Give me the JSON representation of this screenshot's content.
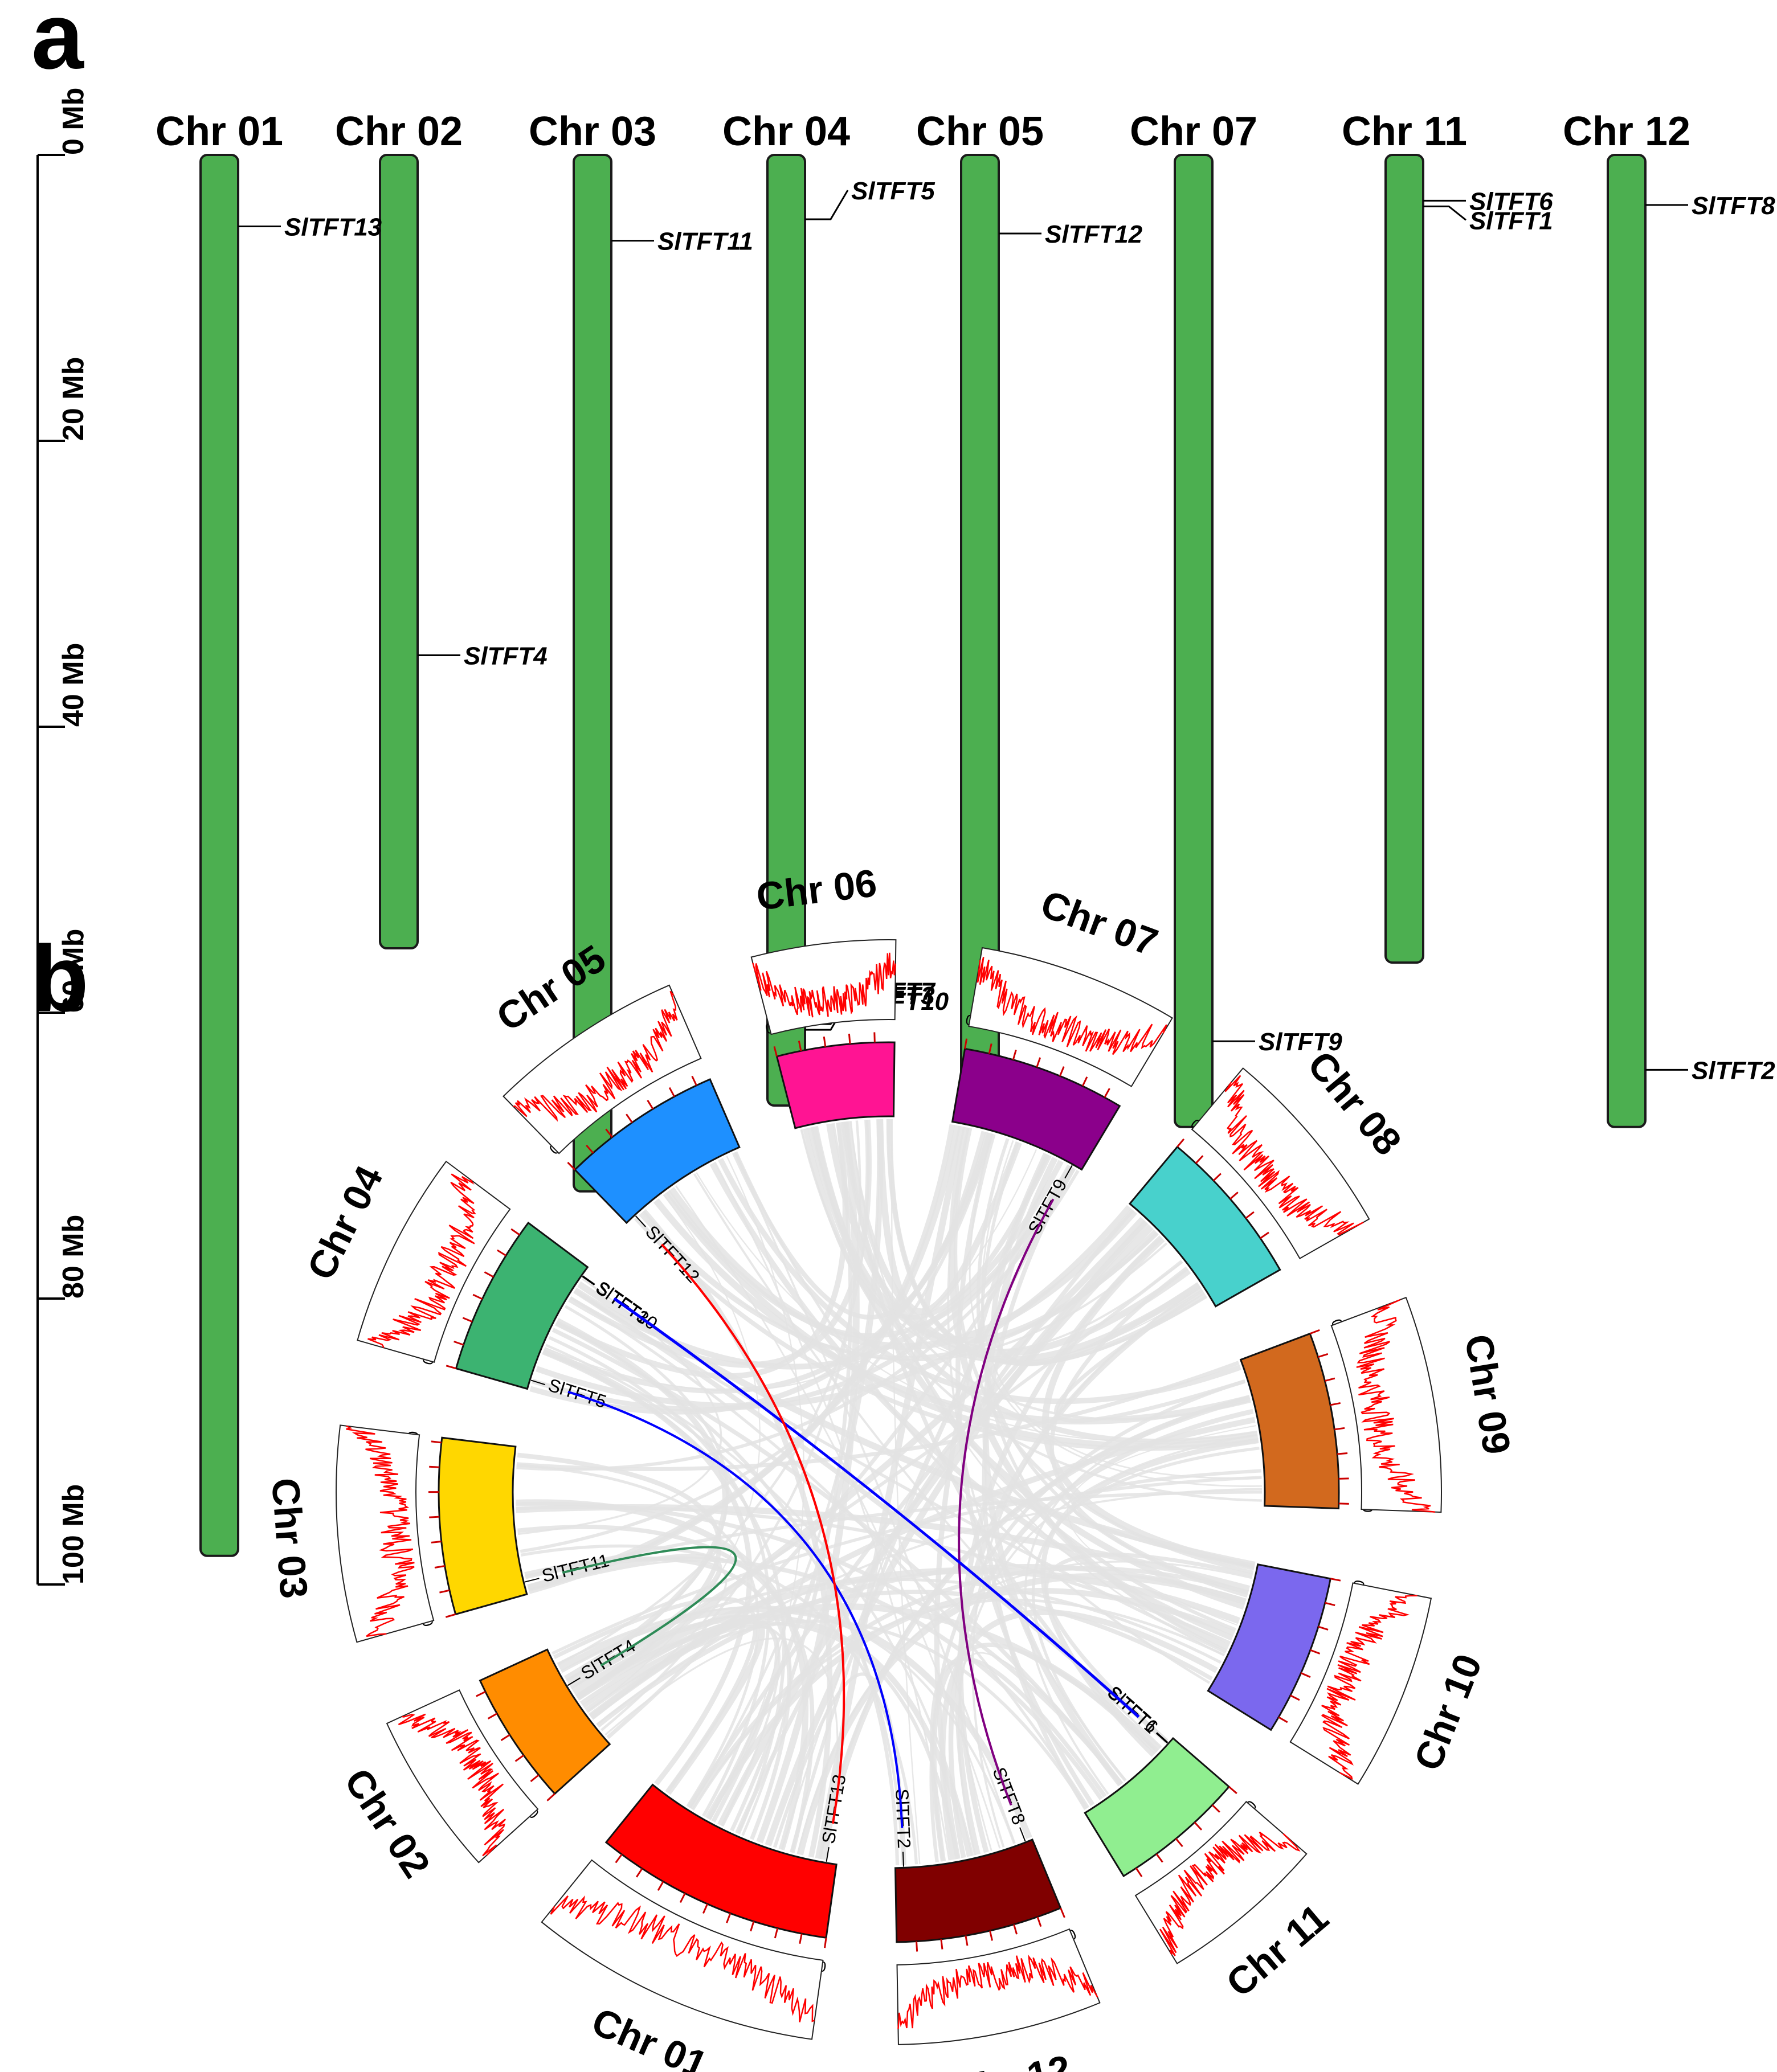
{
  "panel_a": {
    "label": "a",
    "scale_labels": [
      "0 Mb",
      "20 Mb",
      "40 Mb",
      "60 Mb",
      "80 Mb",
      "100 Mb"
    ],
    "scale_values": [
      0,
      20,
      40,
      60,
      80,
      100
    ],
    "chromosome_color": "#4caf50",
    "chromosomes": [
      {
        "name": "Chr 01",
        "length": 98
      },
      {
        "name": "Chr 02",
        "length": 55.5
      },
      {
        "name": "Chr 03",
        "length": 72.5
      },
      {
        "name": "Chr 04",
        "length": 66.5
      },
      {
        "name": "Chr 05",
        "length": 66.5
      },
      {
        "name": "Chr 07",
        "length": 68
      },
      {
        "name": "Chr 11",
        "length": 56.5
      },
      {
        "name": "Chr 12",
        "length": 68
      }
    ],
    "genes": [
      {
        "chr": "Chr 01",
        "name": "SlTFT13",
        "pos": 5
      },
      {
        "chr": "Chr 02",
        "name": "SlTFT4",
        "pos": 35
      },
      {
        "chr": "Chr 03",
        "name": "SlTFT11",
        "pos": 6
      },
      {
        "chr": "Chr 04",
        "name": "SlTFT5",
        "pos": 4.5
      },
      {
        "chr": "Chr 04",
        "name": "SlTFT7",
        "pos": 60.5
      },
      {
        "chr": "Chr 04",
        "name": "SlTFT3",
        "pos": 60.8
      },
      {
        "chr": "Chr 04",
        "name": "SlTFT10",
        "pos": 61.2
      },
      {
        "chr": "Chr 05",
        "name": "SlTFT12",
        "pos": 5.5
      },
      {
        "chr": "Chr 07",
        "name": "SlTFT9",
        "pos": 62
      },
      {
        "chr": "Chr 11",
        "name": "SlTFT6",
        "pos": 3.2
      },
      {
        "chr": "Chr 11",
        "name": "SlTFT1",
        "pos": 3.6
      },
      {
        "chr": "Chr 12",
        "name": "SlTFT8",
        "pos": 3.5
      },
      {
        "chr": "Chr 12",
        "name": "SlTFT2",
        "pos": 64
      }
    ]
  },
  "panel_b": {
    "label": "b",
    "chromosomes": [
      {
        "name": "Chr 01",
        "length": 98,
        "color": "#ff0000",
        "tick_max": 90
      },
      {
        "name": "Chr 02",
        "length": 55,
        "color": "#ff8c00",
        "tick_max": 50
      },
      {
        "name": "Chr 03",
        "length": 72,
        "color": "#ffd700",
        "tick_max": 70
      },
      {
        "name": "Chr 04",
        "length": 66,
        "color": "#3cb371",
        "tick_max": 60
      },
      {
        "name": "Chr 05",
        "length": 66,
        "color": "#1e90ff",
        "tick_max": 60
      },
      {
        "name": "Chr 06",
        "length": 48,
        "color": "#ff1493",
        "tick_max": 40
      },
      {
        "name": "Chr 07",
        "length": 67,
        "color": "#8b008b",
        "tick_max": 60
      },
      {
        "name": "Chr 08",
        "length": 65,
        "color": "#48d1cc",
        "tick_max": 50
      },
      {
        "name": "Chr 09",
        "length": 72,
        "color": "#d2691e",
        "tick_max": 70
      },
      {
        "name": "Chr 10",
        "length": 66,
        "color": "#7b68ee",
        "tick_max": 60
      },
      {
        "name": "Chr 11",
        "length": 56,
        "color": "#90ee90",
        "tick_max": 50
      },
      {
        "name": "Chr 12",
        "length": 68,
        "color": "#800000",
        "tick_max": 60
      }
    ],
    "gene_labels": [
      {
        "name": "SlTFT13",
        "chr": "Chr 01",
        "pos": 5
      },
      {
        "name": "SlTFT2",
        "chr": "Chr 12",
        "pos": 64
      },
      {
        "name": "SlTFT8",
        "chr": "Chr 12",
        "pos": 3.5
      },
      {
        "name": "SlTFT6",
        "chr": "Chr 11",
        "pos": 3.2
      },
      {
        "name": "SlTFT1",
        "chr": "Chr 11",
        "pos": 3.6
      },
      {
        "name": "SlTFT9",
        "chr": "Chr 07",
        "pos": 62
      },
      {
        "name": "SlTFT12",
        "chr": "Chr 05",
        "pos": 5.5
      },
      {
        "name": "SlTFT10",
        "chr": "Chr 04",
        "pos": 61.2
      },
      {
        "name": "SlTFT3",
        "chr": "Chr 04",
        "pos": 60.8
      },
      {
        "name": "SlTFT5",
        "chr": "Chr 04",
        "pos": 4.5
      },
      {
        "name": "SlTFT11",
        "chr": "Chr 03",
        "pos": 6
      },
      {
        "name": "SlTFT4",
        "chr": "Chr 02",
        "pos": 35
      }
    ],
    "links": [
      {
        "from": "SlTFT9",
        "to": "SlTFT8",
        "color": "#800080"
      },
      {
        "from": "SlTFT6",
        "to": "SlTFT10",
        "color": "#0000ff"
      },
      {
        "from": "SlTFT1",
        "to": "SlTFT3",
        "color": "#0000ff"
      },
      {
        "from": "SlTFT2",
        "to": "SlTFT5",
        "color": "#0000ff"
      },
      {
        "from": "SlTFT13",
        "to": "SlTFT12",
        "color": "#ff0000"
      },
      {
        "from": "SlTFT11",
        "to": "SlTFT4",
        "color": "#2e8b57"
      }
    ],
    "background_link_color": "#e3e3e3",
    "density_color": "#ff0000"
  }
}
